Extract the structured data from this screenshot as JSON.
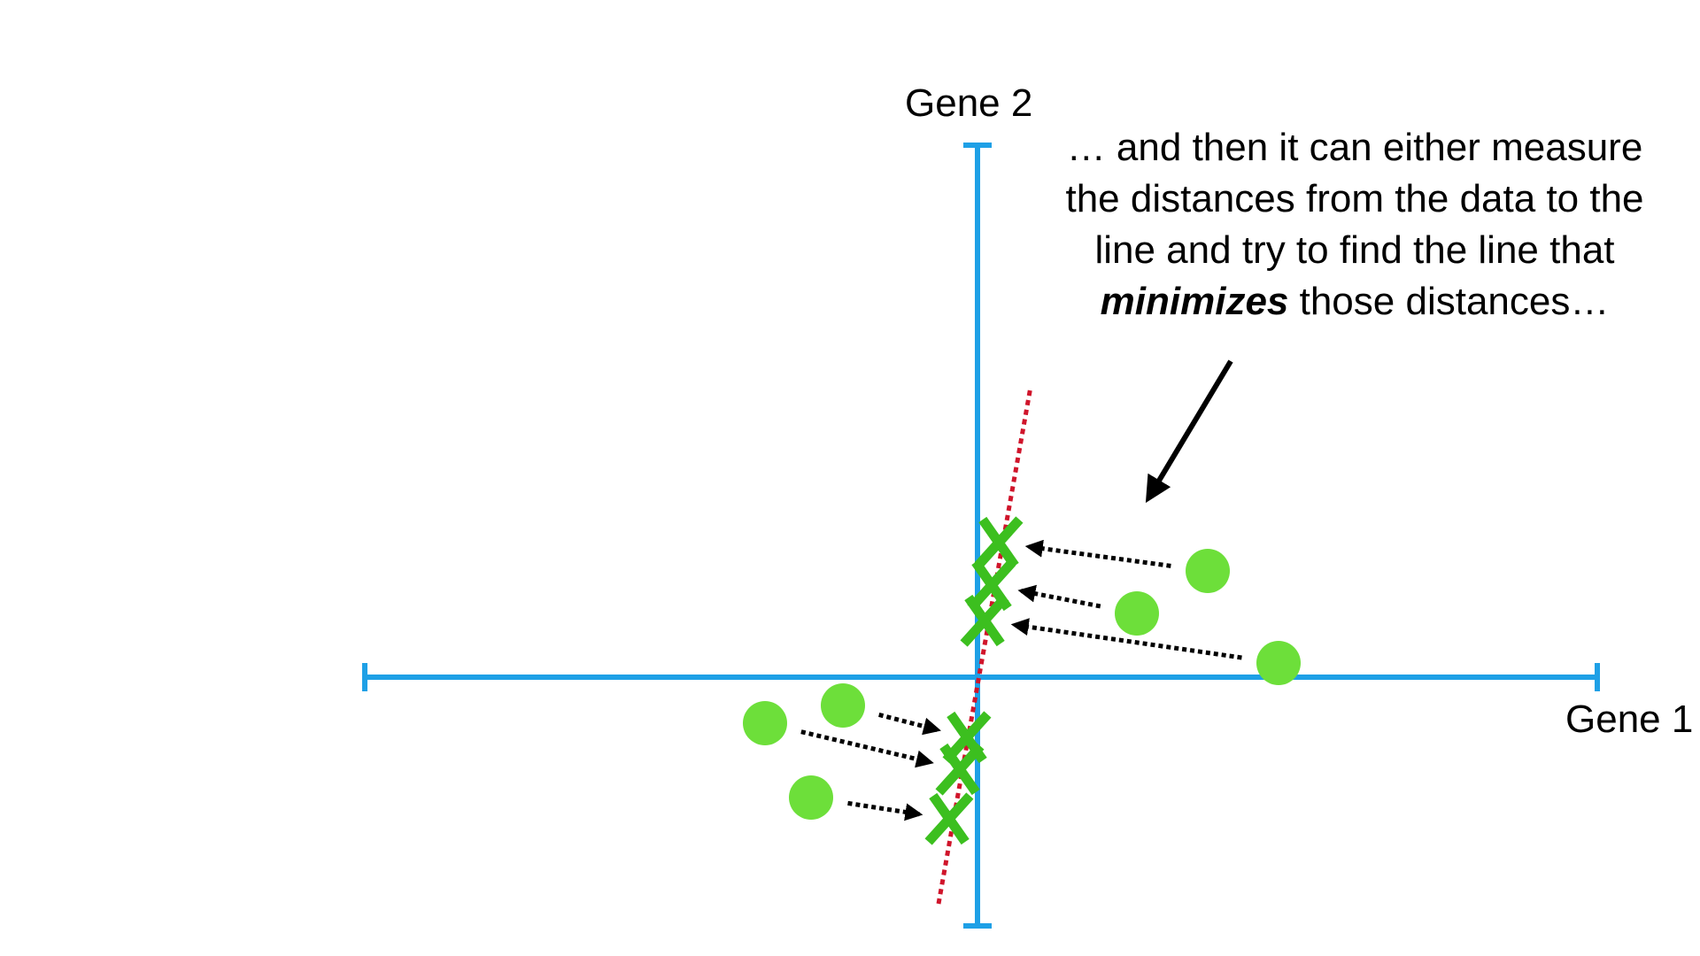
{
  "axes": {
    "x_label": "Gene 1",
    "y_label": "Gene 2"
  },
  "annotation": {
    "part1": "… and then it can either measure the distances from the data to the line and try to find the line that ",
    "emphasis": "minimizes",
    "part2": " those distances…"
  },
  "colors": {
    "axis": "#1ea0e6",
    "fit_line": "#d0152b",
    "points": "#6ddf3a",
    "projections": "#3cbf1f",
    "arrows": "#000000"
  },
  "points": [
    {
      "gene1": 6.5,
      "gene2": 3.0
    },
    {
      "gene1": 4.5,
      "gene2": 1.8
    },
    {
      "gene1": 8.5,
      "gene2": 0.4
    },
    {
      "gene1": -3.8,
      "gene2": -0.8
    },
    {
      "gene1": -6.0,
      "gene2": -1.3
    },
    {
      "gene1": -4.7,
      "gene2": -3.4
    }
  ],
  "projections": [
    {
      "gene1": 0.6,
      "gene2": 3.8
    },
    {
      "gene1": 0.4,
      "gene2": 2.6
    },
    {
      "gene1": 0.2,
      "gene2": 1.6
    },
    {
      "gene1": -0.3,
      "gene2": -1.7
    },
    {
      "gene1": -0.5,
      "gene2": -2.6
    },
    {
      "gene1": -0.8,
      "gene2": -4.0
    }
  ],
  "fit_line": {
    "from": {
      "gene1": -1.1,
      "gene2": -6.4
    },
    "to": {
      "gene1": 1.5,
      "gene2": 8.2
    }
  }
}
